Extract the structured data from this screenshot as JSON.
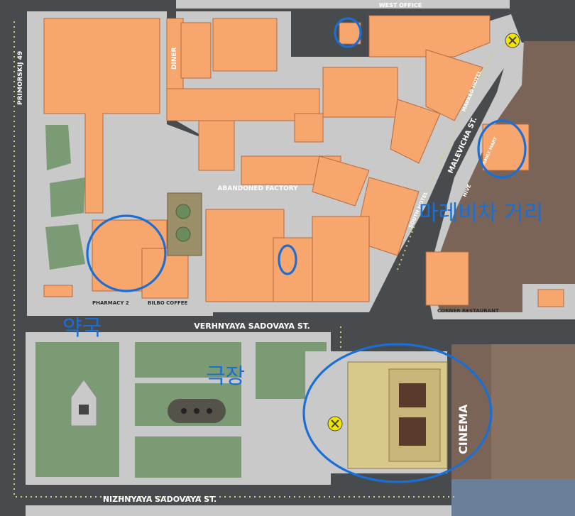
{
  "labels": {
    "west_office": "WEST OFFICE",
    "primorskij": "PRIMORSKIJ 49",
    "diner": "DINER",
    "marked_hotel": "MARKED HOTEL",
    "malevicha": "MALEVICHA ST.",
    "family_mart": "FAMILY MART",
    "abandoned_factory": "ABANDONED FACTORY",
    "hive": "HIVE",
    "south_hotel": "SOUTH HOTEL",
    "pharmacy": "PHARMACY 2",
    "bilbo": "BILBO COFFEE",
    "corner_restaurant": "CORNER RESTAURANT",
    "verhnyaya": "VERHNYAYA SADOVAYA ST.",
    "cinema": "CINEMA",
    "nizhnyaya": "NIZHNYAYA SADOVAYA ST."
  },
  "annotations": {
    "market_street": "마레비차 거리",
    "pharmacy": "약국",
    "theater": "극장"
  },
  "colors": {
    "road": "#474b4e",
    "block": "#c9c9c9",
    "building": "#f7a66e",
    "park": "#7a9b73",
    "theater": "#d8c88a",
    "cinema": "#7a6457",
    "annotation": "#1a6fd6",
    "exit_marker": "#f3e400"
  },
  "exit_icon": "exit-x-icon"
}
